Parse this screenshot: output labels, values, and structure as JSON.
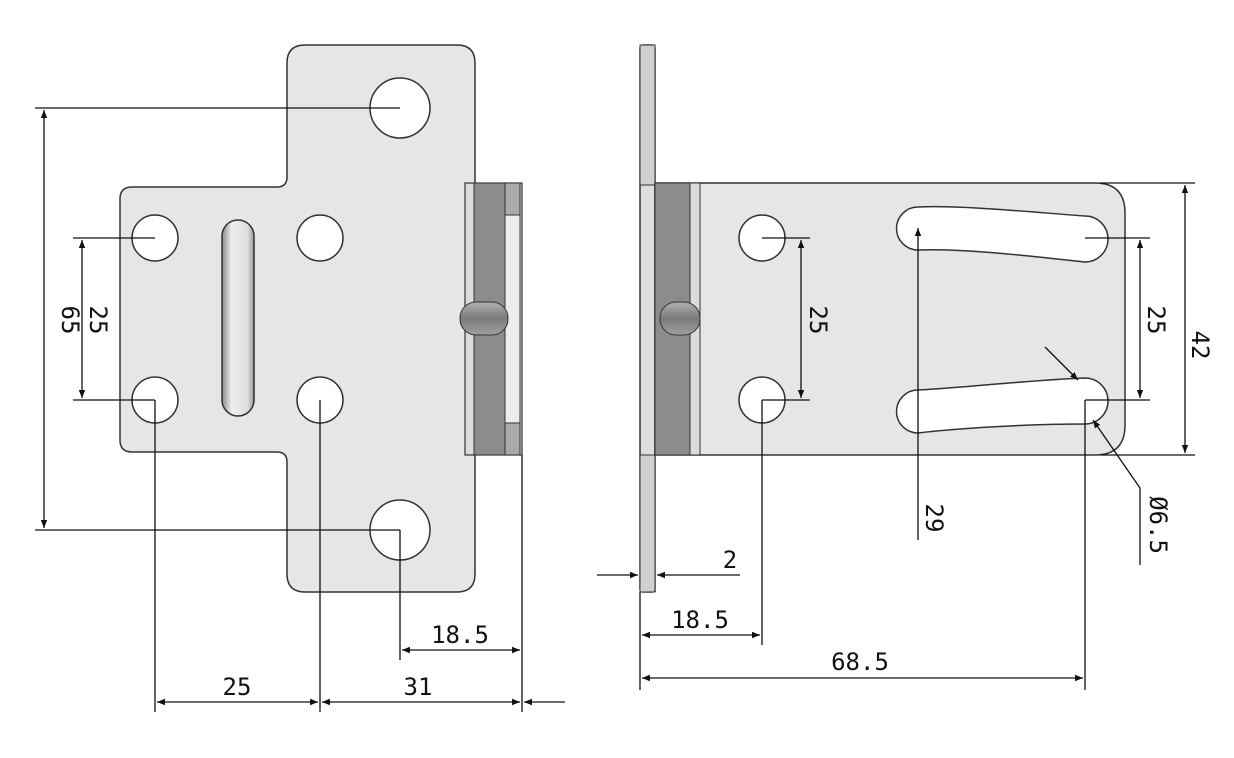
{
  "drawing": {
    "front_view": {
      "dimensions": {
        "overall_height": "65",
        "hole_spacing_vertical": "25",
        "hole_spacing_horizontal": "25",
        "hole_to_edge": "31",
        "center_to_edge": "18.5"
      }
    },
    "side_view": {
      "dimensions": {
        "plate_thickness": "2",
        "hole_offset": "18.5",
        "slot_offset": "68.5",
        "hole_spacing_vertical": "25",
        "slot_spacing_vertical": "25",
        "slot_length": "29",
        "overall_height": "42",
        "hole_diameter": "Ø6.5"
      }
    },
    "colors": {
      "part_fill": "#e6e6e6",
      "hinge_dark": "#8c8c8c",
      "line": "#111111"
    }
  }
}
